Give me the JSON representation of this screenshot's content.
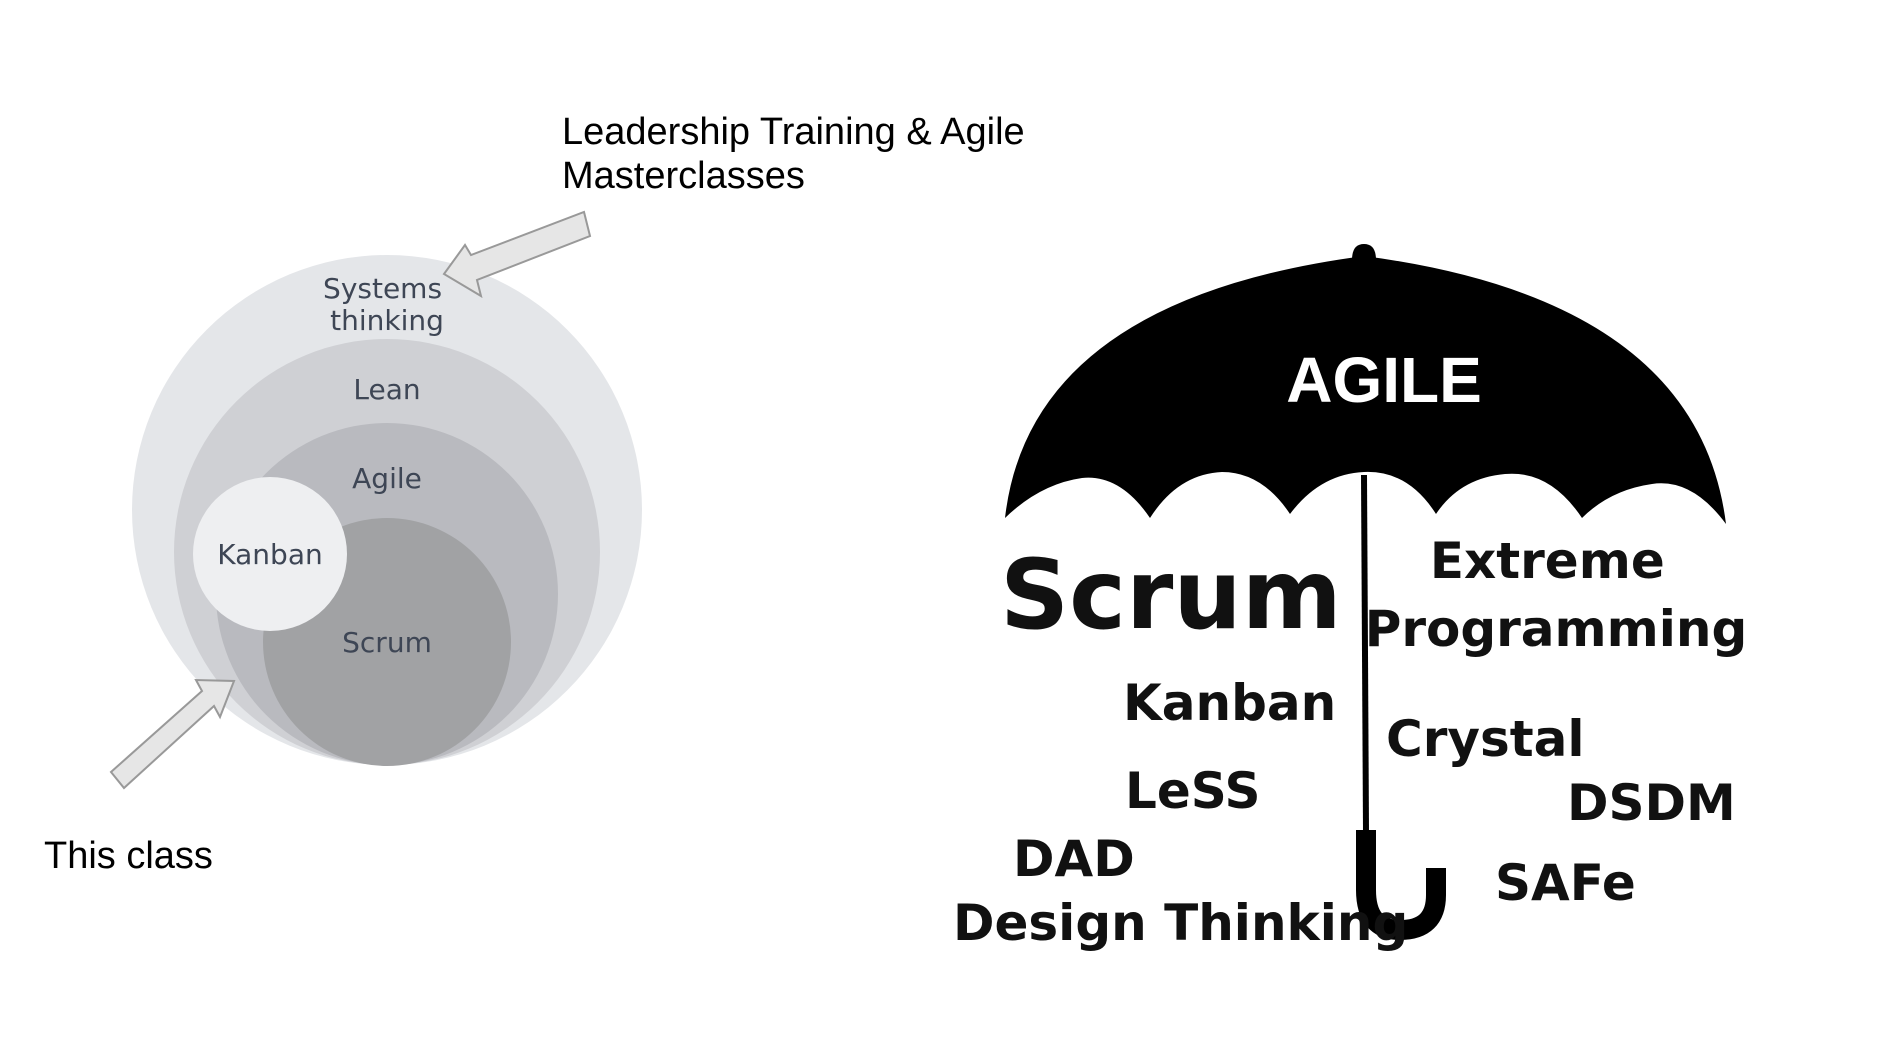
{
  "captions": {
    "leadership": [
      "Leadership Training & Agile",
      "Masterclasses"
    ],
    "this_class": "This class"
  },
  "nested_circles": {
    "systems_thinking": [
      "Systems",
      "thinking"
    ],
    "lean": "Lean",
    "agile": "Agile",
    "scrum": "Scrum",
    "kanban": "Kanban"
  },
  "umbrella": {
    "title": "AGILE",
    "left_methods": {
      "scrum": "Scrum",
      "kanban": "Kanban",
      "less": "LeSS",
      "dad": "DAD",
      "design_thinking": "Design Thinking"
    },
    "right_methods": {
      "xp": [
        "Extreme",
        "Programming"
      ],
      "crystal": "Crystal",
      "dsdm": "DSDM",
      "safe": "SAFe"
    }
  },
  "colors": {
    "systems_thinking": "#e4e6e9",
    "lean": "#cfd0d4",
    "agile": "#b9babf",
    "scrum": "#a1a2a4",
    "kanban": "#eeeff1",
    "arrow_fill": "#e6e6e6",
    "arrow_stroke": "#999999",
    "umbrella": "#000000"
  }
}
